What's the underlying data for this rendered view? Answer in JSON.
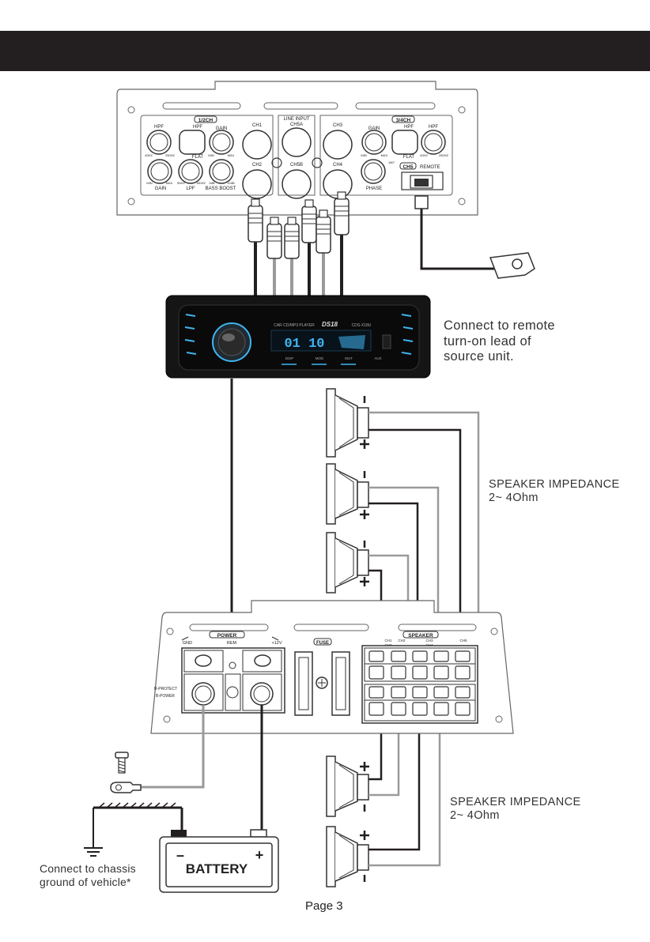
{
  "header": {
    "title": ""
  },
  "amp_top": {
    "ch12_label": "1/2CH",
    "ch34_label": "3/4CH",
    "ch5_label": "CH5",
    "remote_label": "REMOTE",
    "hpf": "HPF",
    "gain": "GAIN",
    "lpf": "LPF",
    "flat": "FLAT",
    "bass_boost": "BASS BOOST",
    "phase": "PHASE",
    "min": "MIN",
    "max": "MAX",
    "hz40": "40HZ",
    "hz250": "250HZ",
    "hz50": "50HZ",
    "hz150": "150HZ",
    "db0": "0dB",
    "db12": "12dB",
    "deg180": "180°",
    "deg0": "0°",
    "ch1": "CH1",
    "ch2": "CH2",
    "ch3": "CH3",
    "ch4": "CH4",
    "line_input": "LINE INPUT",
    "ch5a": "CH5A",
    "ch5b": "CH5B"
  },
  "head_unit": {
    "brand": "DS18",
    "model_text": "CAR CD/MP3 PLAYER",
    "model_no": "CDS-X18U",
    "display": "01 10",
    "btn_disp": "DISP",
    "btn_mod": "MOD",
    "btn_mut": "MUT",
    "btn_aux": "AUX"
  },
  "amp_bottom": {
    "power": "POWER",
    "gnd": "GND",
    "rem": "REM",
    "plus12v": "+12V",
    "fuse": "FUSE",
    "speaker": "SPEAKER",
    "protect": "R-PROTECT",
    "power_led": "B-POWER",
    "ch1": "CH1",
    "ch2": "CH2",
    "ch3": "CH3",
    "ch4": "CH4",
    "ch5": "CH5"
  },
  "notes": {
    "remote": "Connect to remote\nturn-on lead of\nsource unit.",
    "impedance_1": "SPEAKER IMPEDANCE\n2~ 4Ohm",
    "impedance_2": "SPEAKER IMPEDANCE\n2~ 4Ohm",
    "chassis": "Connect to chassis\nground of vehicle*"
  },
  "battery": {
    "label": "BATTERY",
    "minus": "–",
    "plus": "+"
  },
  "page": {
    "number": "Page 3"
  },
  "colors": {
    "header_bg": "#231f20",
    "wire_dark": "#231f20",
    "wire_gray": "#9a9a9a",
    "display_blue": "#3fb4f0"
  }
}
